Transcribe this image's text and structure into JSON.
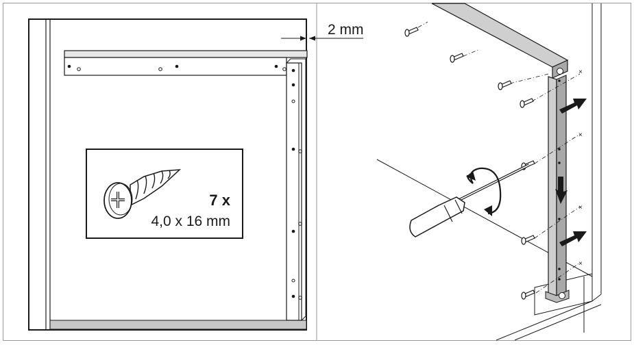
{
  "panels": {
    "left": {
      "gap_label": "2 mm",
      "callout": {
        "quantity": "7 x",
        "size": "4,0 x 16 mm",
        "screw_icon": "countersunk-phillips-screw-icon"
      }
    },
    "right": {
      "tool_icon": "screwdriver-icon",
      "rotation_icon": "clockwise-rotation-icon",
      "arrow_icons": [
        "arrow-right-icon",
        "arrow-down-icon",
        "arrow-right-icon"
      ]
    }
  },
  "colors": {
    "line": "#1a1a1a",
    "frame": "#9a9a9a",
    "rail_fill": "#cfcfcf",
    "rail_dark": "#a8a8a8",
    "bottom_strip": "#c8c8c8"
  }
}
